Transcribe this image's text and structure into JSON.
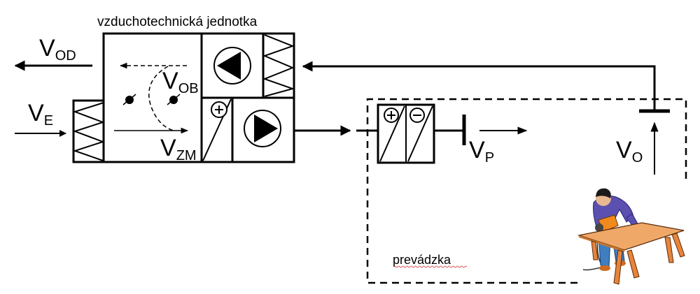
{
  "diagram": {
    "unit_title": "vzduchotechnická jednotka",
    "zone_label": "prevádzka",
    "flows": {
      "exhaust": {
        "main": "V",
        "sub": "OD"
      },
      "outdoor": {
        "main": "V",
        "sub": "E"
      },
      "recirculation": {
        "main": "V",
        "sub": "OB"
      },
      "mixed": {
        "main": "V",
        "sub": "ZM"
      },
      "supply": {
        "main": "V",
        "sub": "P"
      },
      "extract": {
        "main": "V",
        "sub": "O"
      }
    },
    "symbols": {
      "heater_sign": "+",
      "cooler_sign": "−"
    },
    "colors": {
      "line": "#000000",
      "table_top": "#f0a868",
      "table_legs": "#e8843a",
      "shirt": "#5b4fb0",
      "jeans": "#3f7fc0",
      "tool": "#f08a1c"
    }
  }
}
